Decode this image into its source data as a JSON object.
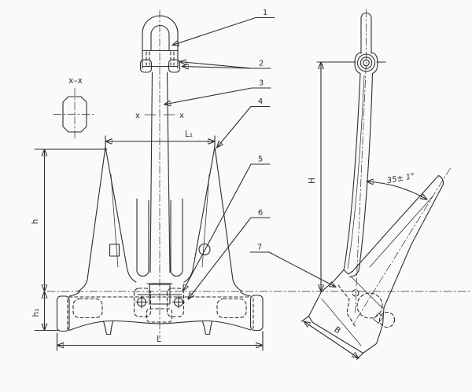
{
  "colors": {
    "ink": "#2e2e2e",
    "paper": "#fafaf8"
  },
  "section": {
    "label": "x–x",
    "marker": "x"
  },
  "dims": {
    "L1": "L₁",
    "L": "L",
    "h": "h",
    "h1": "h₁",
    "H": "H",
    "B": "B",
    "angle": "35± 1°"
  },
  "callouts": [
    "1",
    "2",
    "3",
    "4",
    "5",
    "6",
    "7"
  ]
}
